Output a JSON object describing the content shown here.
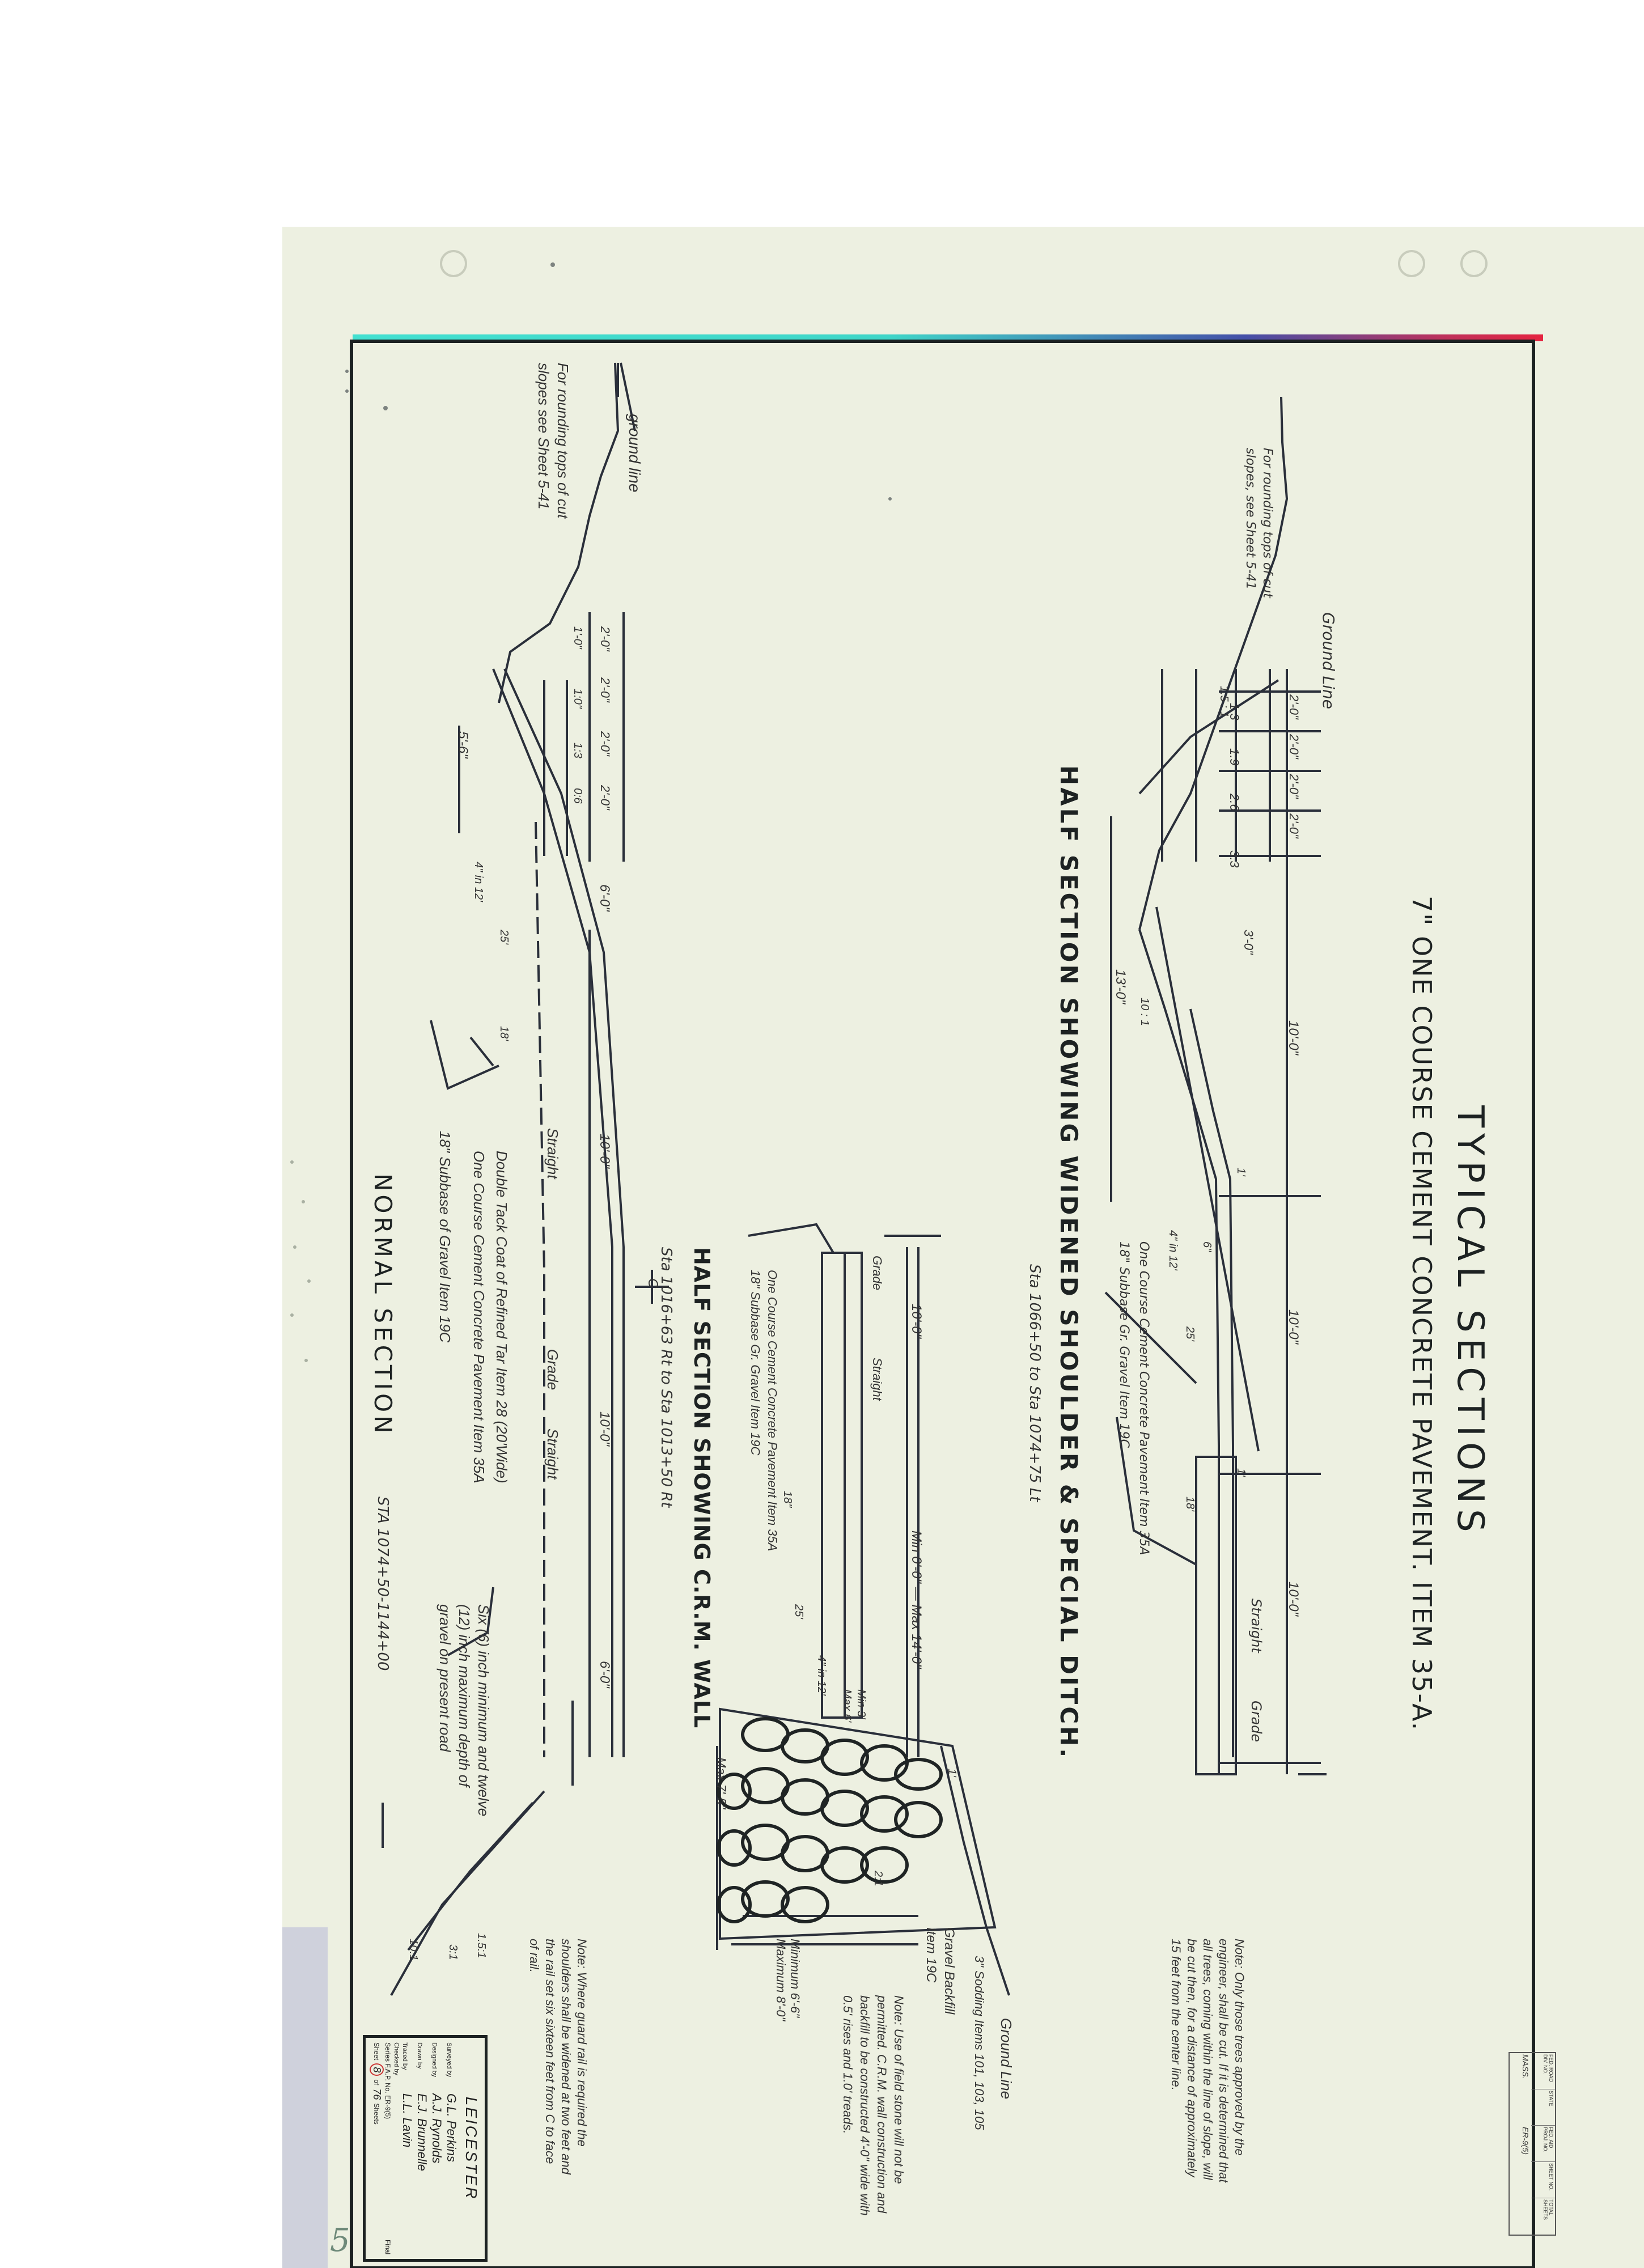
{
  "title": "TYPICAL SECTIONS",
  "subtitle": "7\" ONE COURSE CEMENT CONCRETE PAVEMENT. ITEM 35-A.",
  "sections": {
    "widened": {
      "title": "HALF SECTION SHOWING WIDENED SHOULDER & SPECIAL DITCH.",
      "station": "Sta 1066+50 to Sta 1074+75 Lt",
      "ground_line": "Ground Line",
      "rounding_note": "For rounding tops of cut slopes, see Sheet 5-41",
      "layers": [
        "One Course Cement Concrete Pavement Item 35A",
        "18\" Subbase Gr. Gravel Item 19C"
      ],
      "labels": [
        "Straight",
        "Grade"
      ],
      "dims": [
        "2'-0\"",
        "2'-0\"",
        "2'-0\"",
        "2'-0\"",
        "3'-0\"",
        "10'-0\"",
        "10'-0\"",
        "10'-0\"",
        "13'-0\"",
        "1:3",
        "1:9",
        "2:6",
        "3:3",
        "1'",
        "1'",
        "6\"",
        "25'",
        "18'",
        "4\" in 12'",
        "1.5 : 1",
        "10 : 1"
      ]
    },
    "crm_wall": {
      "title": "HALF SECTION SHOWING C.R.M. WALL",
      "station": "Sta 1016+63 Rt to Sta 1013+50 Rt",
      "labels": [
        "Grade",
        "Straight",
        "Ground Line",
        "3\" Sodding Items 101, 103, 105",
        "Gravel Backfill Item 19C"
      ],
      "layers": [
        "One Course Cement Concrete Pavement Item 35A",
        "18\" Subbase Gr. Gravel Item 19C"
      ],
      "dims": [
        "10'-0\"",
        "Min 0'-0\" — Max 14'-0\"",
        "Min 3'",
        "Max 6'",
        "Minimum 6'-6\"",
        "Maximum 8'-0\"",
        "Max 7'-5\"",
        "1'",
        "2:1",
        "4\" in 12'",
        "18\"",
        "25'"
      ],
      "note": "Note: Use of field stone will not be permitted. C.R.M. wall construction and backfill to be constructed 4'-0\" wide with 0.5' rises and 1.0' treads."
    },
    "normal": {
      "title": "NORMAL SECTION",
      "station": "STA 1074+50-1144+00",
      "ground_line": "ground line",
      "rounding_note": "For rounding tops of cut slopes see Sheet 5-41",
      "labels": [
        "Straight",
        "Grade",
        "Straight"
      ],
      "layers": [
        "Double Tack Coat of Refined Tar Item 28 (20'Wide)",
        "One Course Cement Concrete Pavement Item 35A",
        "18\" Subbase of Gravel Item 19C",
        "Six (6) inch minimum and twelve (12) inch maximum depth of gravel on present road"
      ],
      "dims": [
        "2'-0\"",
        "2'-0\"",
        "2'-0\"",
        "2'-0\"",
        "6'-0\"",
        "10'-0\"",
        "10'-0\"",
        "6'-0\"",
        "5'-6\"",
        "1'-0\"",
        "1:0\"",
        "1:3",
        "0:6",
        "25'",
        "18'",
        "4\" in 12'",
        "1.5:1",
        "3:1",
        "10:1"
      ],
      "centerline": "C"
    }
  },
  "notes": {
    "trees": "Note: Only those trees approved by the engineer, shall be cut. If it is determined that all trees, coming within the line of slope, will be cut then, for a distance of approximately 15 feet from the center line.",
    "guard_rail": "Note: Where guard rail is required the shoulders shall be widened at two feet and the rail set six sixteen feet from C to face of rail."
  },
  "title_block": {
    "town": "LEICESTER",
    "rows": [
      {
        "role": "Surveyed by",
        "name": "G.L. Perkins"
      },
      {
        "role": "Designed by",
        "name": "A.J. Rynolds"
      },
      {
        "role": "Drawn by",
        "name": "E.J. Brunnelle"
      },
      {
        "role": "Traced by",
        "name": "L.L. Lavin"
      },
      {
        "role": "Checked by",
        "name": ""
      }
    ],
    "series": "Series F.A.P. No. ER-9(5)",
    "final": "Final",
    "sheet": "Sheet",
    "sheet_num": "8",
    "of": "of",
    "total": "76",
    "sheets_word": "Sheets"
  },
  "corner_block": {
    "col1": "FED. ROAD DIV. NO.",
    "col2": "STATE",
    "col3": "FED. AID PROJ. NO.",
    "col4": "SHEET NO.",
    "col5": "TOTAL SHEETS",
    "val_state": "MASS.",
    "val_proj": "ER-9(5)"
  },
  "margin_mark": "5"
}
